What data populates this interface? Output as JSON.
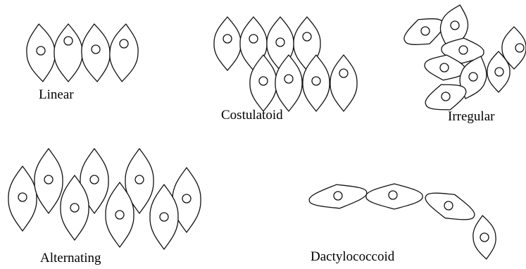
{
  "labels": {
    "linear": "Linear",
    "costulatoid": "Costulatoid",
    "irregular": "Irregular",
    "alternating": "Alternating",
    "dactylococcoid": "Dactylococcoid"
  },
  "colors": {
    "stroke": "#111111",
    "background": "#ffffff"
  }
}
